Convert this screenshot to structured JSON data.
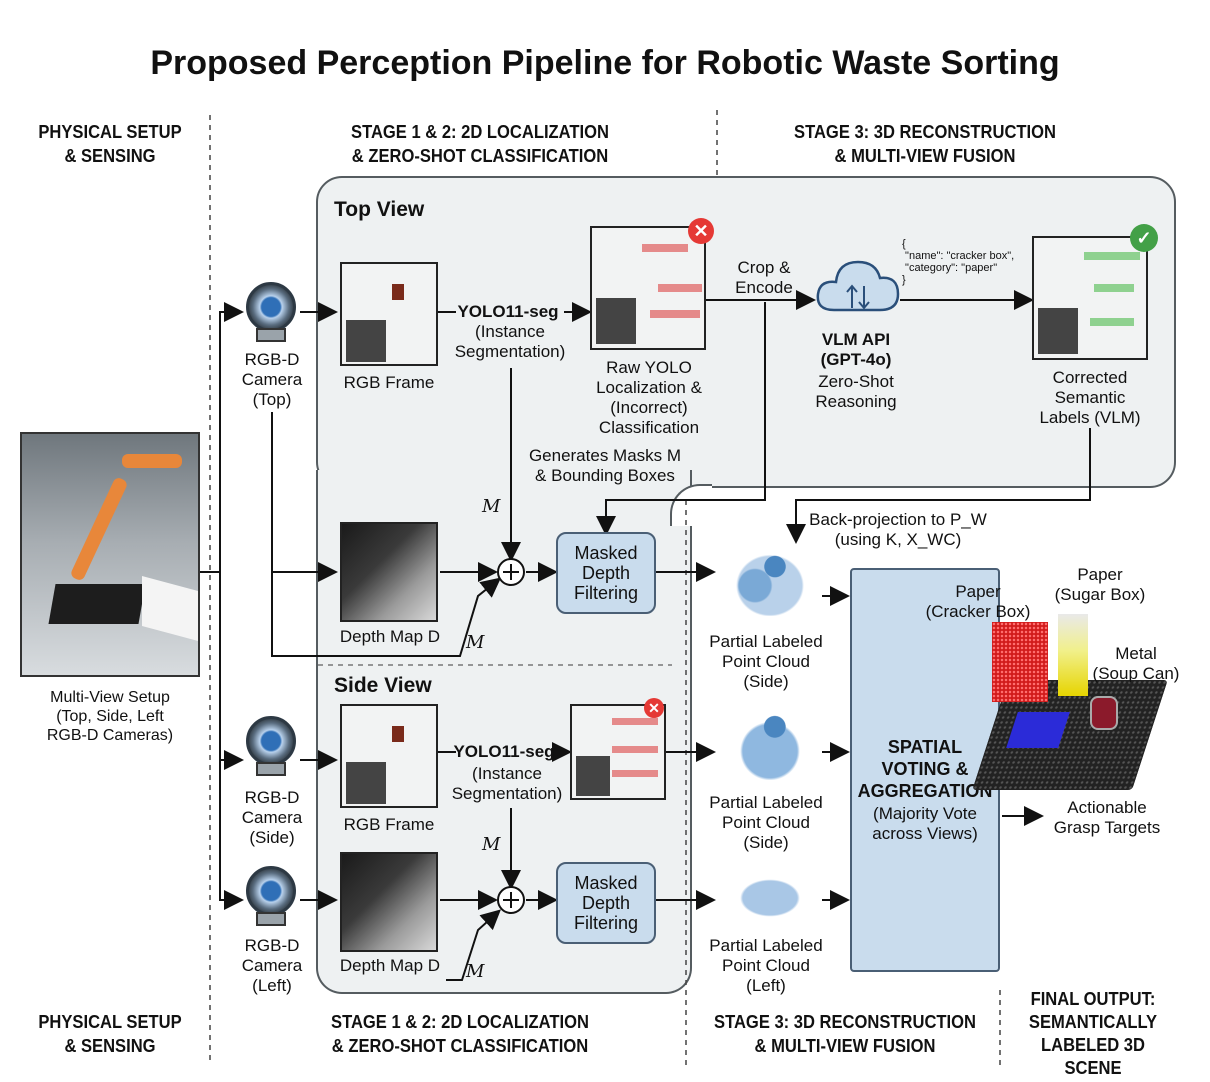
{
  "title": "Proposed Perception Pipeline for Robotic Waste Sorting",
  "columns": {
    "physical": "PHYSICAL SETUP\n& SENSING",
    "stage12": "STAGE 1 & 2: 2D LOCALIZATION\n& ZERO-SHOT CLASSIFICATION",
    "stage3": "STAGE 3: 3D RECONSTRUCTION\n& MULTI-VIEW FUSION",
    "final": "FINAL OUTPUT:\nSEMANTICALLY\nLABELED 3D SCENE"
  },
  "setup": {
    "caption": "Multi-View Setup\n(Top, Side, Left\nRGB-D Cameras)"
  },
  "cameras": {
    "top": "RGB-D\nCamera\n(Top)",
    "side": "RGB-D\nCamera\n(Side)",
    "left": "RGB-D\nCamera\n(Left)"
  },
  "top_view": {
    "title": "Top View",
    "rgb_frame": "RGB Frame",
    "yolo_title": "YOLO11-seg",
    "yolo_sub": "(Instance\nSegmentation)",
    "raw_yolo": "Raw YOLO\nLocalization &\n(Incorrect)\nClassification",
    "generates": "Generates Masks M\n& Bounding Boxes",
    "m_label": "M",
    "depth_map": "Depth Map D",
    "m_label2": "M",
    "masked_depth": "Masked\nDepth\nFiltering",
    "crop_encode": "Crop &\nEncode",
    "vlm_title": "VLM API\n(GPT-4o)",
    "vlm_sub": "Zero-Shot\nReasoning",
    "json_snippet": "{\n \"name\": \"cracker box\",\n \"category\": \"paper\"\n}",
    "corrected": "Corrected\nSemantic\nLabels (VLM)"
  },
  "side_view": {
    "title": "Side View",
    "rgb_frame": "RGB Frame",
    "yolo_title": "YOLO11-seg",
    "yolo_sub": "(Instance\nSegmentation)",
    "m_label": "M",
    "depth_map": "Depth Map D",
    "m_label2": "M",
    "masked_depth": "Masked\nDepth\nFiltering"
  },
  "stage3": {
    "backproj": "Back-projection to P_W\n(using K, X_WC)",
    "pc_top": "Partial Labeled\nPoint Cloud\n(Side)",
    "pc_side": "Partial Labeled\nPoint Cloud\n(Side)",
    "pc_left": "Partial Labeled\nPoint Cloud\n(Left)",
    "voting_title": "SPATIAL\nVOTING &\nAGGREGATION",
    "voting_sub": "(Majority Vote\nacross Views)",
    "paper1": "Paper\n(Cracker Box)",
    "paper2": "Paper\n(Sugar Box)",
    "metal": "Metal\n(Soup Can)",
    "grasp": "Actionable\nGrasp Targets"
  },
  "colors": {
    "panel": "#eef1f2",
    "box": "#c9dced",
    "red": "#e53935",
    "green": "#43a047"
  }
}
